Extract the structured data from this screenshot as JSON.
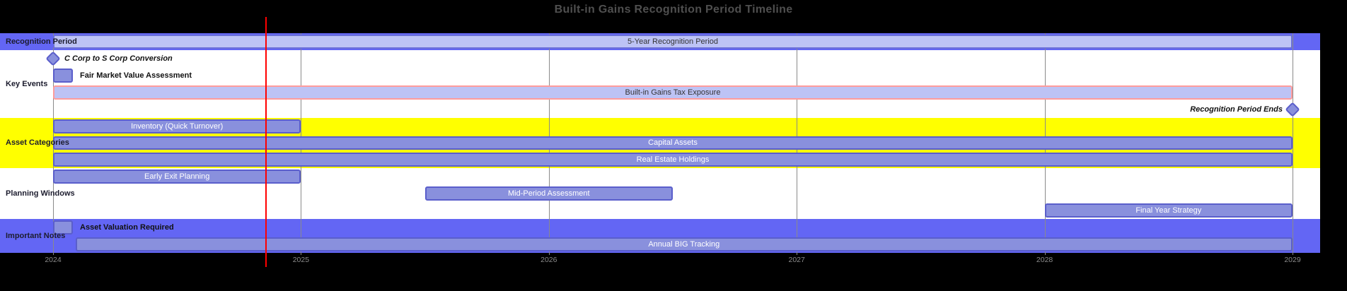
{
  "title": "Built-in Gains Recognition Period Timeline",
  "chart_data": {
    "type": "gantt",
    "title": "Built-in Gains Recognition Period Timeline",
    "x_axis": {
      "tick_labels": [
        "2024",
        "2025",
        "2026",
        "2027",
        "2028",
        "2029"
      ],
      "tick_years": [
        2024,
        2025,
        2026,
        2027,
        2028,
        2029
      ],
      "min": 2024,
      "max": 2029.11,
      "grid": true
    },
    "today_marker_year": 2024.86,
    "sections": [
      {
        "name": "Recognition Period",
        "band": "blue",
        "tasks": [
          {
            "kind": "bar",
            "label": "5-Year Recognition Period",
            "start": 2024,
            "end": 2029,
            "style": "active",
            "text": "center-dark"
          }
        ]
      },
      {
        "name": "Key Events",
        "band": "none",
        "tasks": [
          {
            "kind": "milestone",
            "label": "C Corp to S Corp Conversion",
            "at": 2024,
            "text": "right-bold-italic"
          },
          {
            "kind": "bar",
            "label": "Fair Market Value Assessment",
            "start": 2024,
            "end": 2024.08,
            "style": "normal",
            "text": "right-bold"
          },
          {
            "kind": "bar",
            "label": "Built-in Gains Tax Exposure",
            "start": 2024,
            "end": 2029,
            "style": "crit",
            "text": "center-dark"
          },
          {
            "kind": "milestone",
            "label": "Recognition Period Ends",
            "at": 2029,
            "text": "left-bold-italic"
          }
        ]
      },
      {
        "name": "Asset Categories",
        "band": "yellow",
        "tasks": [
          {
            "kind": "bar",
            "label": "Inventory (Quick Turnover)",
            "start": 2024,
            "end": 2025,
            "style": "normal",
            "text": "center-white"
          },
          {
            "kind": "bar",
            "label": "Capital Assets",
            "start": 2024,
            "end": 2029,
            "style": "normal",
            "text": "center-white"
          },
          {
            "kind": "bar",
            "label": "Real Estate Holdings",
            "start": 2024,
            "end": 2029,
            "style": "normal",
            "text": "center-white"
          }
        ]
      },
      {
        "name": "Planning Windows",
        "band": "none",
        "tasks": [
          {
            "kind": "bar",
            "label": "Early Exit Planning",
            "start": 2024,
            "end": 2025,
            "style": "normal",
            "text": "center-white"
          },
          {
            "kind": "bar",
            "label": "Mid-Period Assessment",
            "start": 2025.5,
            "end": 2026.5,
            "style": "normal",
            "text": "center-white"
          },
          {
            "kind": "bar",
            "label": "Final Year Strategy",
            "start": 2028,
            "end": 2029,
            "style": "normal",
            "text": "center-white"
          }
        ]
      },
      {
        "name": "Important Notes",
        "band": "blue",
        "tasks": [
          {
            "kind": "bar",
            "label": "Asset Valuation Required",
            "start": 2024,
            "end": 2024.08,
            "style": "normal",
            "text": "right-bold"
          },
          {
            "kind": "bar",
            "label": "Annual BIG Tracking",
            "start": 2024.09,
            "end": 2029,
            "style": "normal",
            "text": "center-white"
          }
        ]
      }
    ],
    "colors": {
      "background": "#000000",
      "plot_bg": "#ffffff",
      "section_band_blue": "#6366f4",
      "section_band_yellow": "#ffff00",
      "bar_fill": "#8990dd",
      "bar_border": "#5a5ecb",
      "bar_light_fill": "#bdc3f5",
      "bar_light_border": "#6a6fd8",
      "crit_border": "#ff9c9c",
      "today_line": "#ff0000",
      "grid_line": "#8a8a8a",
      "title_color": "#4f4f4f",
      "axis_label_color": "#8a8a8a",
      "bar_text_light": "#ffffff",
      "bar_text_dark": "#333333"
    }
  }
}
